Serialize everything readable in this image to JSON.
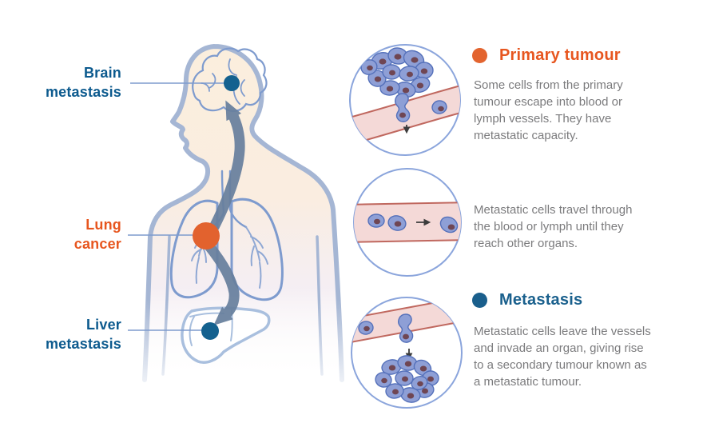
{
  "figure_title": "Lung cancer metastasis diagram",
  "body_labels": [
    {
      "id": "brain-metastasis",
      "text": "Brain\nmetastasis",
      "color": "#0c5a8e"
    },
    {
      "id": "lung-cancer",
      "text": "Lung\ncancer",
      "color": "#e7561f"
    },
    {
      "id": "liver-metastasis",
      "text": "Liver\nmetastasis",
      "color": "#0c5a8e"
    }
  ],
  "steps": [
    {
      "heading": "Primary tumour",
      "heading_color": "#e7561f",
      "bullet_color": "#e3642f",
      "body": "Some cells from the primary\ntumour escape into blood or\nlymph vessels. They have\nmetastatic capacity."
    },
    {
      "body": "Metastatic cells travel through\nthe blood or lymph until they\nreach other organs."
    },
    {
      "heading": "Metastasis",
      "heading_color": "#1a608d",
      "bullet_color": "#1a5f8c",
      "body": "Metastatic cells leave the vessels\nand invade an organ, giving rise\nto a secondary tumour known as\na metastatic tumour."
    }
  ],
  "icons": [
    "body-silhouette-icon",
    "brain-icon",
    "lungs-icon",
    "liver-icon",
    "tumour-dot-icon",
    "metastasis-dot-icon",
    "spread-arrow-icon",
    "cell-cluster-icon",
    "blood-vessel-icon",
    "travelling-cell-icon"
  ],
  "colors": {
    "skin": "#fbeedd",
    "body_outline": "#a5b6d4",
    "organ_line": "#7e9bce",
    "bronchi_line": "#8fa8d4",
    "liver_line": "#a9bfde",
    "spread_arrow": "#68809e",
    "primary_dot": "#e2622e",
    "metastasis_dot": "#14618f",
    "circle_border": "#8ba5dc",
    "vessel_fill": "#f4d9d7",
    "vessel_edge": "#c0685f",
    "cell_fill": "#8e9fd6",
    "cell_edge": "#5470ba",
    "cell_nucleus": "#6f4653",
    "text_gray": "#7b7b7d"
  }
}
